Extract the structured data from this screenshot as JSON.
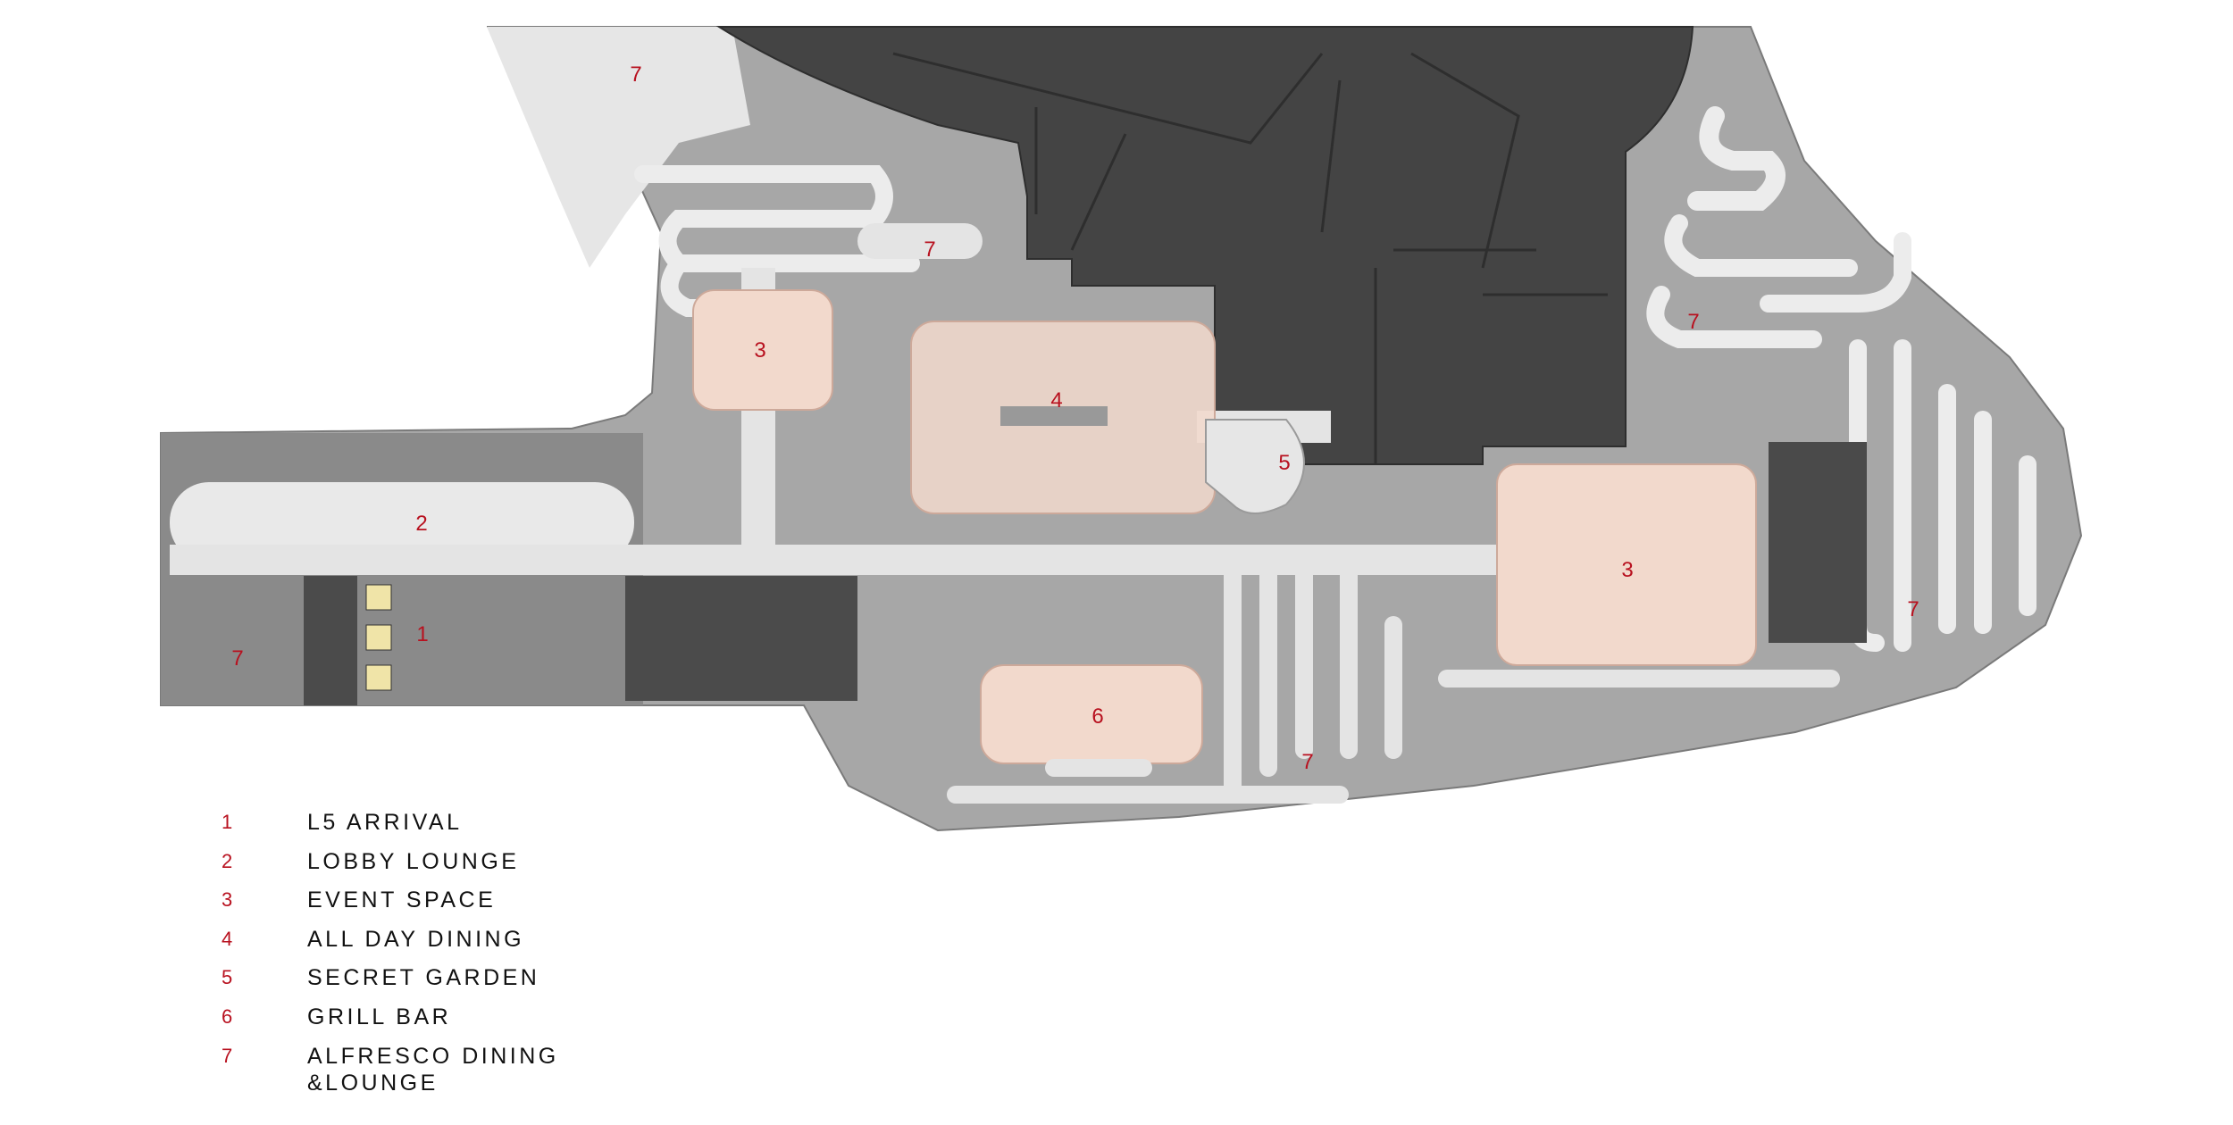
{
  "colors": {
    "accent_red": "#b8111f",
    "outdoor_gray": "#a7a7a7",
    "path_white": "#ececec",
    "interior_mid": "#8f8f8f",
    "interior_dark": "#4a4a4a",
    "tower_dark": "#3f3f3f",
    "room_highlight": "#f2d9cc"
  },
  "zones": [
    {
      "id": "zone-7-a",
      "number": "7"
    },
    {
      "id": "zone-7-b",
      "number": "7"
    },
    {
      "id": "zone-7-c",
      "number": "7"
    },
    {
      "id": "zone-7-d",
      "number": "7"
    },
    {
      "id": "zone-7-e",
      "number": "7"
    },
    {
      "id": "zone-7-f",
      "number": "7"
    },
    {
      "id": "zone-3-a",
      "number": "3"
    },
    {
      "id": "zone-3-b",
      "number": "3"
    },
    {
      "id": "zone-4",
      "number": "4"
    },
    {
      "id": "zone-5",
      "number": "5"
    },
    {
      "id": "zone-6",
      "number": "6"
    },
    {
      "id": "zone-1",
      "number": "1"
    },
    {
      "id": "zone-2",
      "number": "2"
    }
  ],
  "legend": [
    {
      "number": "1",
      "label": "L5 ARRIVAL"
    },
    {
      "number": "2",
      "label": "LOBBY LOUNGE"
    },
    {
      "number": "3",
      "label": "EVENT SPACE"
    },
    {
      "number": "4",
      "label": "ALL DAY DINING"
    },
    {
      "number": "5",
      "label": "SECRET GARDEN"
    },
    {
      "number": "6",
      "label": "GRILL BAR"
    },
    {
      "number": "7",
      "label": "ALFRESCO DINING\n&LOUNGE"
    }
  ]
}
